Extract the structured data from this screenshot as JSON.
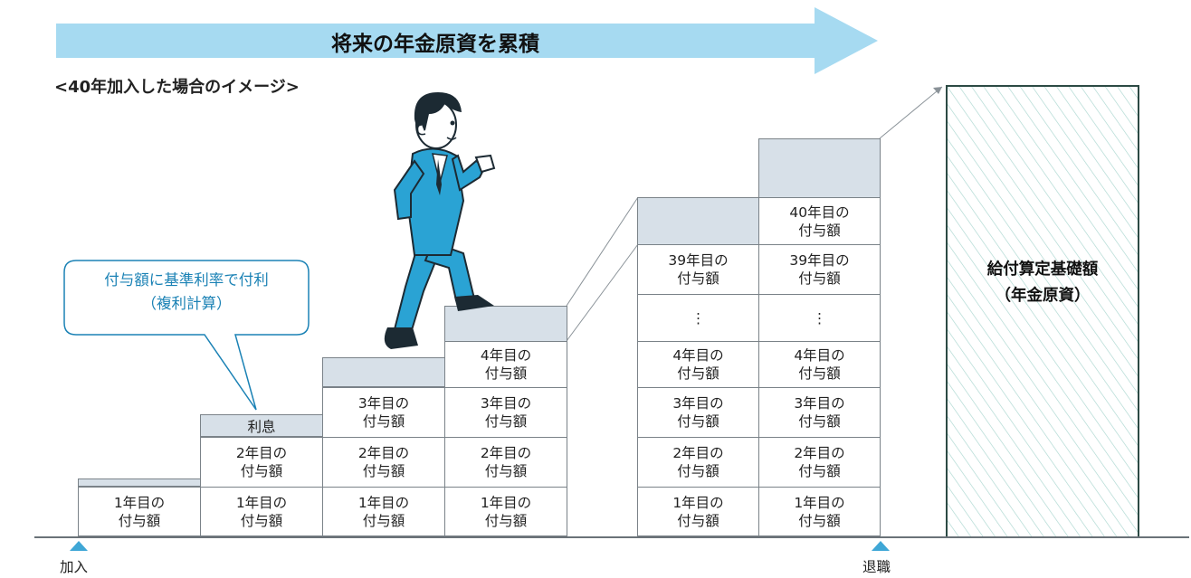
{
  "banner": {
    "title": "将来の年金原資を累積",
    "color": "#a6daf1"
  },
  "subtitle": "<40年加入した場合のイメージ>",
  "bubble": {
    "text": "付与額に基準利率で付利\n（複利計算）",
    "text_color": "#1b82b5"
  },
  "interest_label": "利息",
  "total": {
    "line1": "給付算定基礎額",
    "line2": "（年金原資）"
  },
  "markers": {
    "start": "加入",
    "end": "退職"
  },
  "cells": {
    "y1": "1年目の\n付与額",
    "y2": "2年目の\n付与額",
    "y3": "3年目の\n付与額",
    "y4": "4年目の\n付与額",
    "y39": "39年目の\n付与額",
    "y40": "40年目の\n付与額",
    "dots": "⋮"
  },
  "colors": {
    "interest_fill": "#d7e0e8",
    "marker": "#3fa7d6",
    "bubble_border": "#1b82b5",
    "person_suit": "#2aa3d4"
  }
}
